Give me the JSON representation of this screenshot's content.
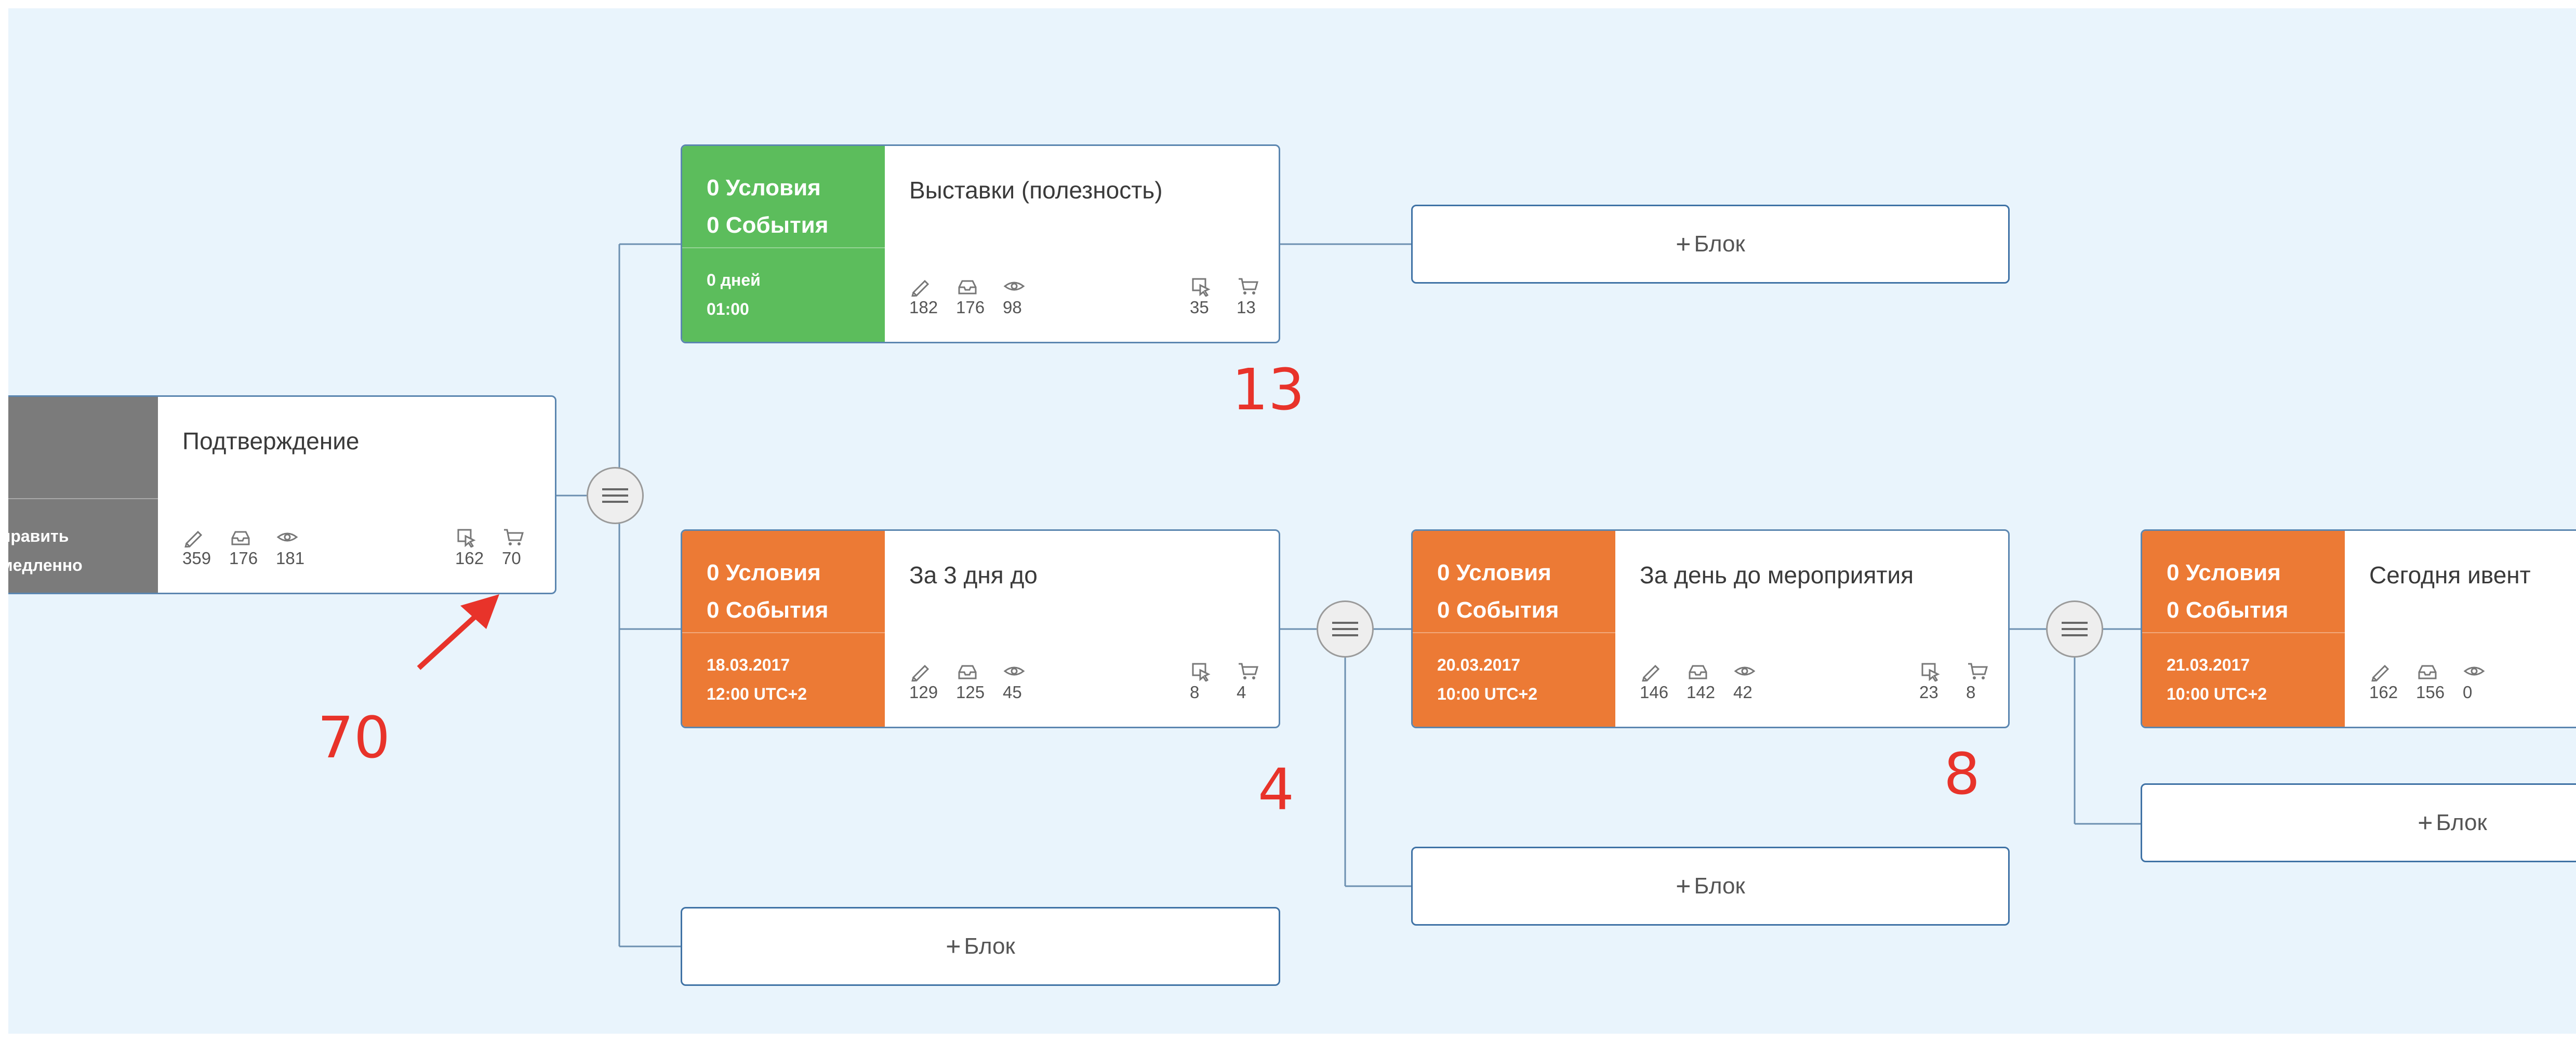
{
  "colors": {
    "canvas_bg": "#e9f4fc",
    "green": "#5cbd5c",
    "orange": "#ec7a35",
    "gray": "#7b7b7b",
    "annotation_red": "#e8332a",
    "border_blue": "#3f72a5"
  },
  "stat_icons": [
    "pencil-icon",
    "inbox-icon",
    "eye-icon",
    "click-icon",
    "cart-icon"
  ],
  "cards": {
    "confirm": {
      "side_line1": "править",
      "side_line2": "медленно",
      "title": "Подтверждение",
      "stats": [
        "359",
        "176",
        "181",
        "162",
        "70"
      ]
    },
    "exhibitions": {
      "conditions": "0 Условия",
      "events": "0 События",
      "date": "0 дней",
      "time": "01:00",
      "title": "Выставки (полезность)",
      "stats": [
        "182",
        "176",
        "98",
        "35",
        "13"
      ]
    },
    "three_days": {
      "conditions": "0 Условия",
      "events": "0 События",
      "date": "18.03.2017",
      "time": "12:00 UTC+2",
      "title": "За 3 дня до",
      "stats": [
        "129",
        "125",
        "45",
        "8",
        "4"
      ]
    },
    "day_before": {
      "conditions": "0 Условия",
      "events": "0 События",
      "date": "20.03.2017",
      "time": "10:00 UTC+2",
      "title": "За день до мероприятия",
      "stats": [
        "146",
        "142",
        "42",
        "23",
        "8"
      ]
    },
    "today": {
      "conditions": "0 Условия",
      "events": "0 События",
      "date": "21.03.2017",
      "time": "10:00 UTC+2",
      "title": "Сегодня ивент",
      "stats": [
        "162",
        "156",
        "0"
      ]
    }
  },
  "add_block_label": "Блок",
  "add_block_plus": "+",
  "annotations": [
    "70",
    "13",
    "4",
    "8"
  ]
}
